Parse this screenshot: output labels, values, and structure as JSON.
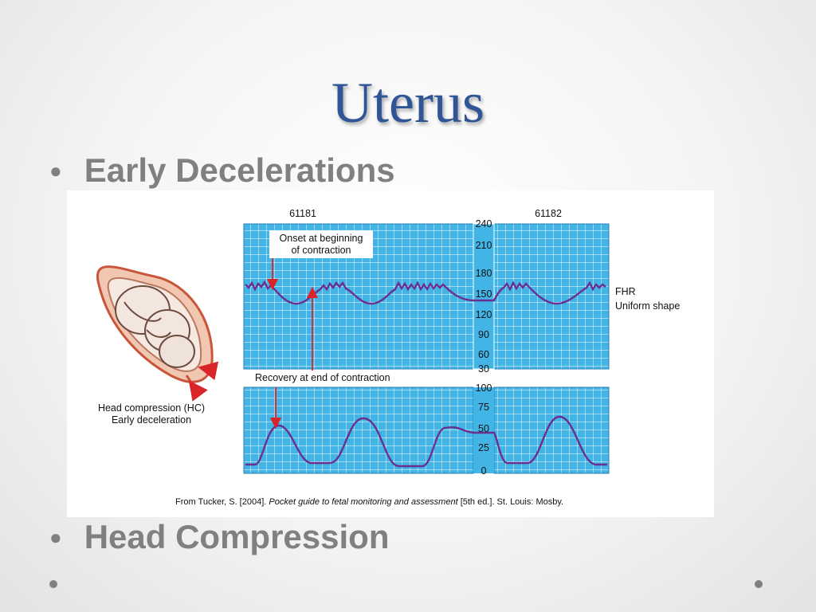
{
  "slide": {
    "title": "Uterus",
    "bullets": [
      "Early Decelerations",
      "Head Compression"
    ]
  },
  "figure": {
    "strip_left_number": "61181",
    "strip_right_number": "61182",
    "fhr_ticks": [
      "240",
      "210",
      "180",
      "150",
      "120",
      "90",
      "60",
      "30"
    ],
    "uc_ticks": [
      "100",
      "75",
      "50",
      "25",
      "0"
    ],
    "annotation_onset": [
      "Onset at beginning",
      "of contraction"
    ],
    "annotation_recovery": "Recovery at end of contraction",
    "fhr_label": "FHR",
    "fhr_sublabel": "Uniform shape",
    "illustration_caption": [
      "Head compression (HC)",
      "Early deceleration"
    ],
    "citation_pre": "From Tucker, S. [2004]. ",
    "citation_italic": "Pocket guide to fetal monitoring and assessment",
    "citation_post": " [5th ed.]. St. Louis: Mosby."
  },
  "colors": {
    "title": "#2f5597",
    "bullet": "#808080",
    "grid_bg": "#42b4e6",
    "grid_line": "#ffffff",
    "trace": "#6a2f8f",
    "arrow": "#d9252a"
  }
}
